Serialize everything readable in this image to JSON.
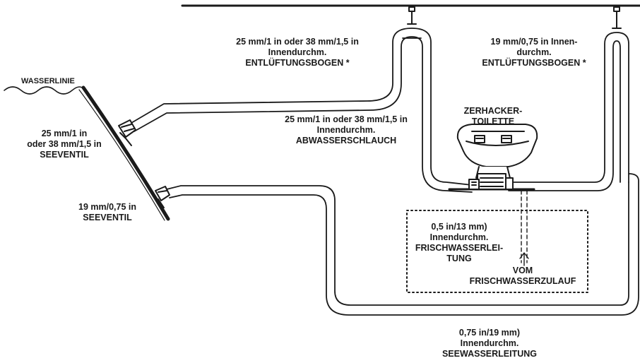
{
  "labels": {
    "waterline": "WASSERLINIE",
    "vent_left": {
      "line1": "25 mm/1 in oder 38 mm/1,5 in",
      "line2": "Innendurchm.",
      "line3": "ENTLÜFTUNGSBOGEN *"
    },
    "vent_right": {
      "line1": "19 mm/0,75 in Innen-",
      "line2": "durchm.",
      "line3": "ENTLÜFTUNGSBOGEN *"
    },
    "seacock_large": {
      "line1": "25 mm/1 in",
      "line2": "oder 38 mm/1,5 in",
      "line3": "SEEVENTIL"
    },
    "seacock_small": {
      "line1": "19 mm/0,75 in",
      "line2": "SEEVENTIL"
    },
    "discharge_hose": {
      "line1": "25 mm/1 in oder 38 mm/1,5 in",
      "line2": "Innendurchm.",
      "line3": "ABWASSERSCHLAUCH"
    },
    "toilet": {
      "line1": "ZERHACKER-",
      "line2": "TOILETTE"
    },
    "freshwater_line": {
      "line1": "0,5 in/13 mm)",
      "line2": "Innendurchm.",
      "line3": "FRISCHWASSERLEI-",
      "line4": "TUNG"
    },
    "freshwater_supply": {
      "line1": "VOM",
      "line2": "FRISCHWASSERZULAUF"
    },
    "seawater_line": {
      "line1": "0,75 in/19 mm)",
      "line2": "Innendurchm.",
      "line3": "SEEWASSERLEITUNG"
    }
  },
  "colors": {
    "line": "#1a1a1a",
    "background": "#ffffff"
  }
}
